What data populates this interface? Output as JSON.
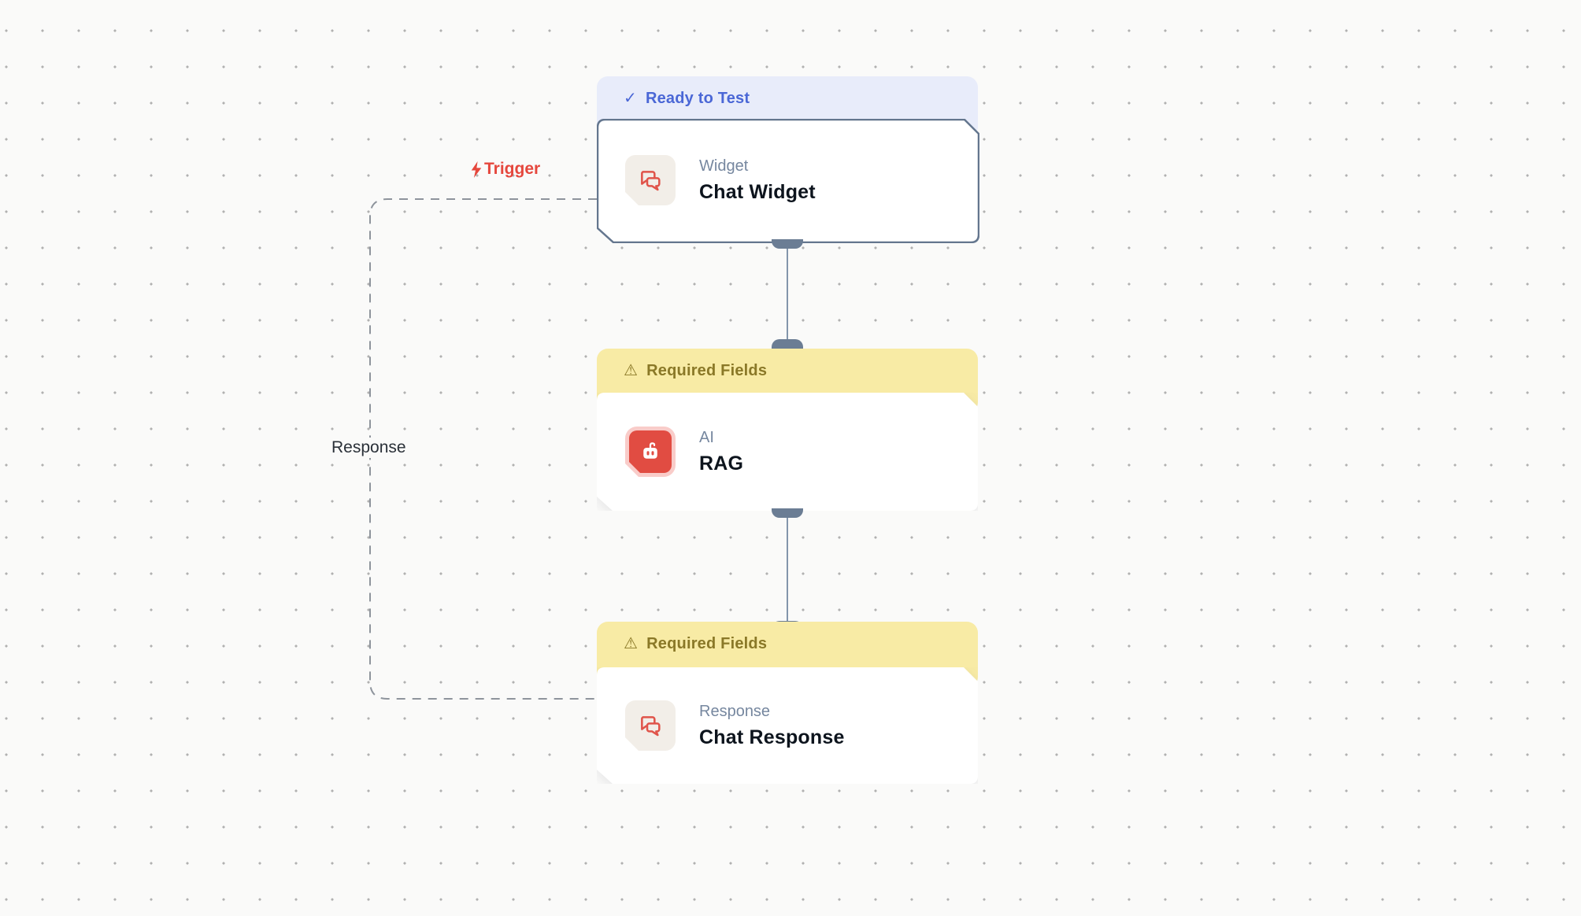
{
  "canvas": {
    "background": "#fafaf9",
    "dot_color": "#b1b1b1"
  },
  "colors": {
    "ready_header_bg": "#e8ecfa",
    "ready_text": "#4a67d6",
    "warning_header_bg": "#f8eba5",
    "warning_text": "#8a7827",
    "node_border": "#64768e",
    "port": "#6b7d94",
    "connector": "#8395ab",
    "dashed_edge": "#8e949c",
    "accent_red": "#e5473d",
    "icon_tile_beige": "#f2eee8",
    "icon_tile_red": "#e14c42"
  },
  "icons": {
    "check": "✓",
    "warning": "⚠"
  },
  "edges": {
    "trigger_label": "Trigger",
    "response_label": "Response"
  },
  "nodes": [
    {
      "status_label": "Ready to Test",
      "status_icon": "check-icon",
      "category": "Widget",
      "title": "Chat Widget",
      "icon": "chat-bubbles-icon",
      "selected": true
    },
    {
      "status_label": "Required Fields",
      "status_icon": "warning-icon",
      "category": "AI",
      "title": "RAG",
      "icon": "robot-icon",
      "selected": false
    },
    {
      "status_label": "Required Fields",
      "status_icon": "warning-icon",
      "category": "Response",
      "title": "Chat Response",
      "icon": "chat-bubbles-icon",
      "selected": false
    }
  ]
}
